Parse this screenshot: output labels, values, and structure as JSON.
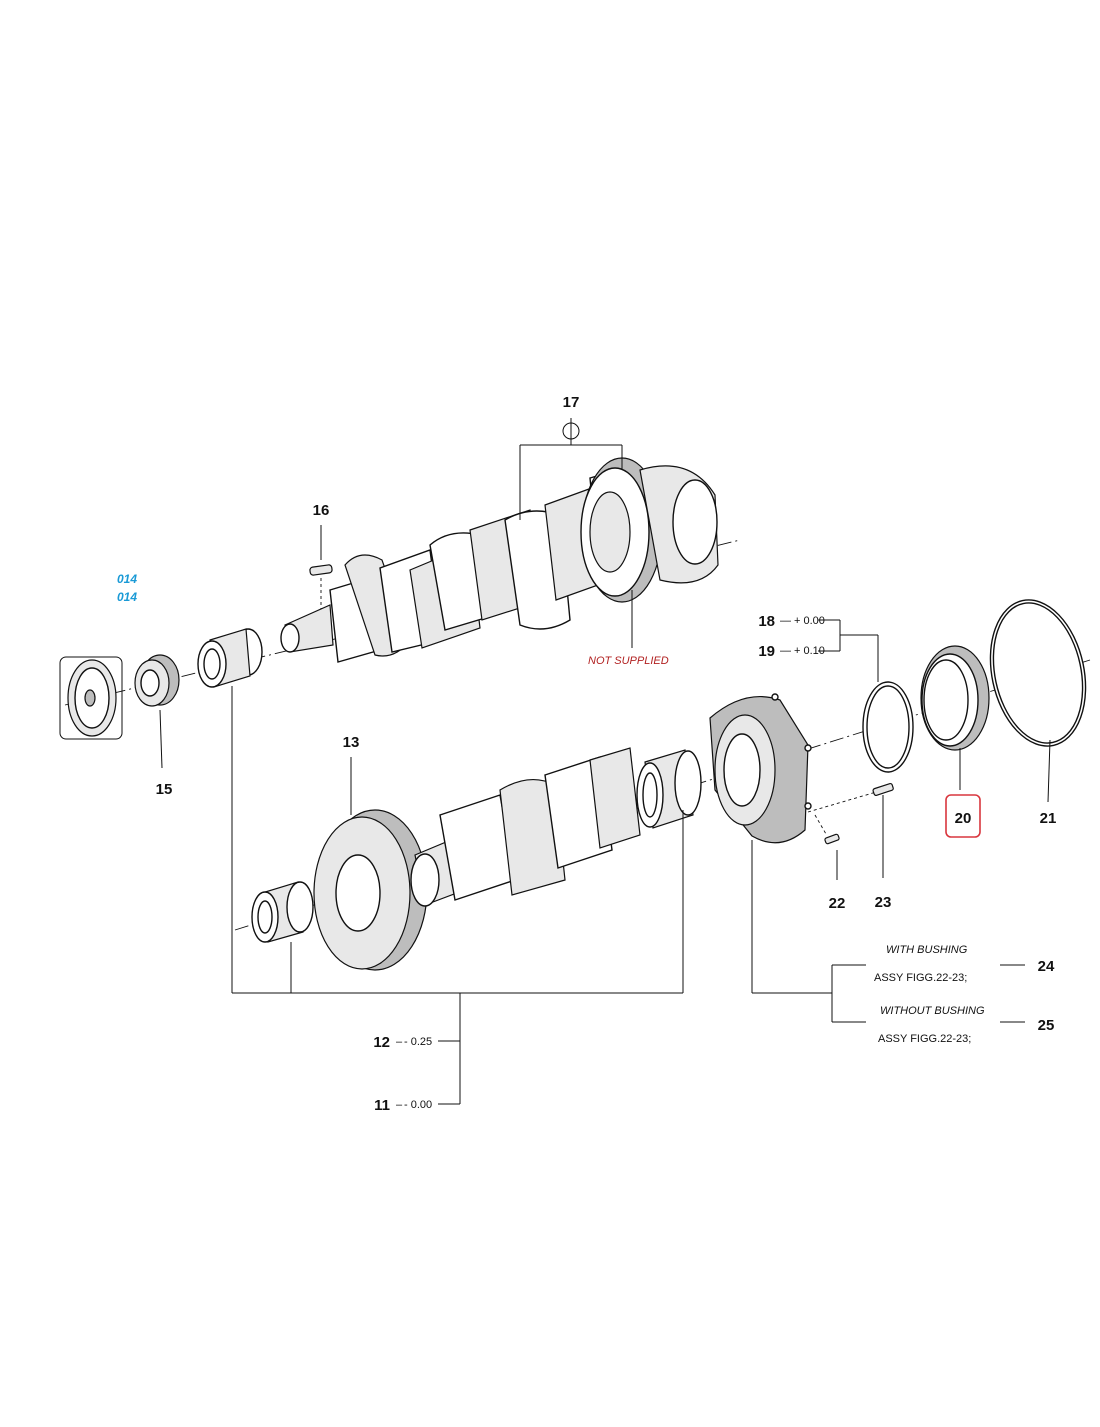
{
  "callouts": {
    "c11": "11",
    "c12": "12",
    "c13": "13",
    "c15": "15",
    "c16": "16",
    "c17": "17",
    "c18": "18",
    "c19": "19",
    "c20": "20",
    "c21": "21",
    "c22": "22",
    "c23": "23",
    "c24": "24",
    "c25": "25"
  },
  "values": {
    "v11": "- 0.00",
    "v12": "- 0.25",
    "v18": "+ 0.00",
    "v19": "+ 0.10"
  },
  "notes": {
    "not_supplied": "NOT SUPPLIED",
    "with_bushing": "WITH BUSHING",
    "without_bushing": "WITHOUT BUSHING",
    "assy_24": "ASSY FIGG.22-23;",
    "assy_25": "ASSY FIGG.22-23;"
  },
  "refs": {
    "ref_a": "014",
    "ref_b": "014"
  },
  "colors": {
    "highlight": "#d9363e",
    "reference_link": "#1a9ad6",
    "note_red": "#b22222"
  }
}
